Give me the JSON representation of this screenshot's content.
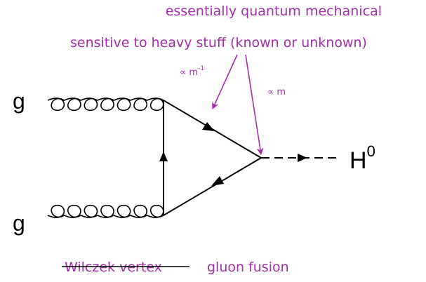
{
  "annotations": {
    "top_line": "essentially quantum mechanical",
    "second_line": "sensitive to heavy stuff (known or unknown)",
    "prop_inverse_mass": "∝ m",
    "prop_inverse_mass_exponent": "-1",
    "prop_mass": "∝ m"
  },
  "particles": {
    "gluon_top": "g",
    "gluon_bottom": "g",
    "higgs_symbol": "H",
    "higgs_superscript": "0"
  },
  "captions": {
    "struck_name": "Wilczek vertex",
    "name": "gluon fusion"
  },
  "colors": {
    "annotation": "#a22ea8",
    "diagram": "#000000"
  }
}
